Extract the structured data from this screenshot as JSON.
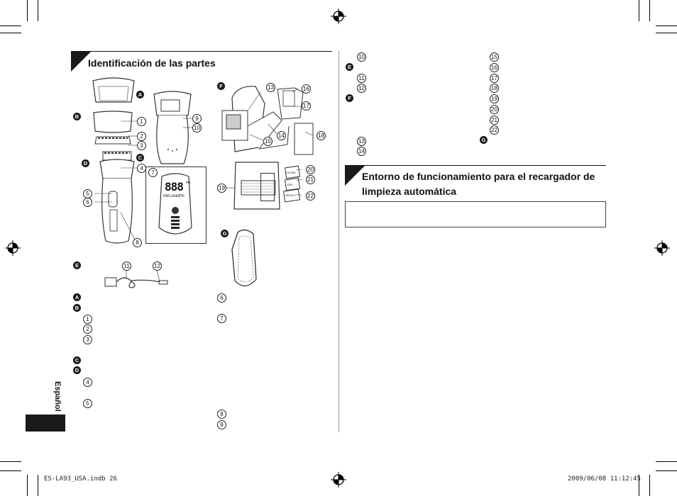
{
  "section1": {
    "title": "Identificación de las partes"
  },
  "section2": {
    "title_line1": "Entorno de funcionamiento para el recargador de",
    "title_line2": "limpieza automática"
  },
  "language_tab": "Español",
  "footer": {
    "left": "ES-LA93_USA.indb   26",
    "right": "2009/06/08   11:12:45"
  },
  "display": {
    "digits": "888",
    "units": "min.used%",
    "small": "mk"
  },
  "device": {
    "sticker1": "CLEAN",
    "sticker2": "DRY",
    "sticker3": "SELECT"
  },
  "badges": {
    "A": "A",
    "B": "B",
    "C": "C",
    "D": "D",
    "E": "E",
    "F": "F",
    "G": "G"
  },
  "nums": {
    "n1": "1",
    "n2": "2",
    "n3": "3",
    "n4": "4",
    "n5": "5",
    "n6": "6",
    "n7": "7",
    "n8": "8",
    "n9": "9",
    "n10": "10",
    "n11": "11",
    "n12": "12",
    "n13": "13",
    "n14": "14",
    "n15": "15",
    "n16": "16",
    "n17": "17",
    "n18": "18",
    "n19": "19",
    "n20": "20",
    "n21": "21",
    "n22": "22"
  }
}
